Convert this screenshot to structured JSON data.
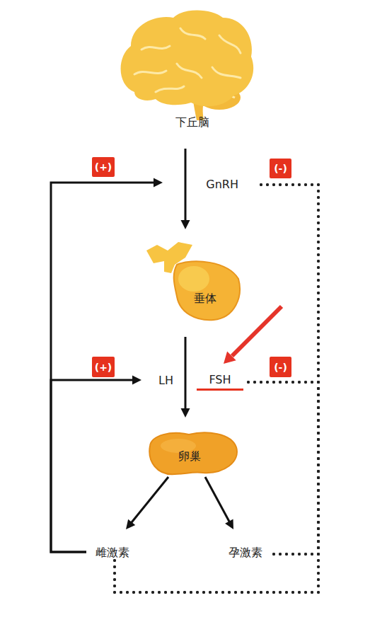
{
  "diagram": {
    "nodes": [
      {
        "text": [
          "下丘脑"
        ]
      },
      {
        "text": [
          "(+)"
        ]
      },
      {
        "text": [
          "GnRH"
        ]
      },
      {
        "text": [
          "(-)"
        ]
      },
      {
        "text": [
          "垂体"
        ]
      },
      {
        "text": [
          "(+)"
        ]
      },
      {
        "text": [
          "LH"
        ]
      },
      {
        "text": [
          "FSH"
        ]
      },
      {
        "text": [
          "(-)"
        ]
      },
      {
        "text": [
          "卵巢"
        ]
      },
      {
        "text": [
          "雌激素"
        ]
      },
      {
        "text": [
          "孕激素"
        ]
      }
    ],
    "edges": [
      {
        "from": 0,
        "to": 4,
        "arrow": "to"
      },
      {
        "from": 4,
        "to": 9,
        "arrow": "to"
      },
      {
        "from": 9,
        "to": 10,
        "arrow": "to"
      },
      {
        "from": 9,
        "to": 11,
        "arrow": "to"
      },
      {
        "from": 10,
        "to": 2,
        "arrow": "to"
      },
      {
        "from": 10,
        "to": 6,
        "arrow": "to"
      },
      {
        "from": 10,
        "to": 2,
        "arrow": "none"
      },
      {
        "from": 10,
        "to": 7,
        "arrow": "none"
      },
      {
        "from": 11,
        "to": 2,
        "arrow": "none"
      },
      {
        "from": 11,
        "to": 7,
        "arrow": "none"
      }
    ]
  }
}
